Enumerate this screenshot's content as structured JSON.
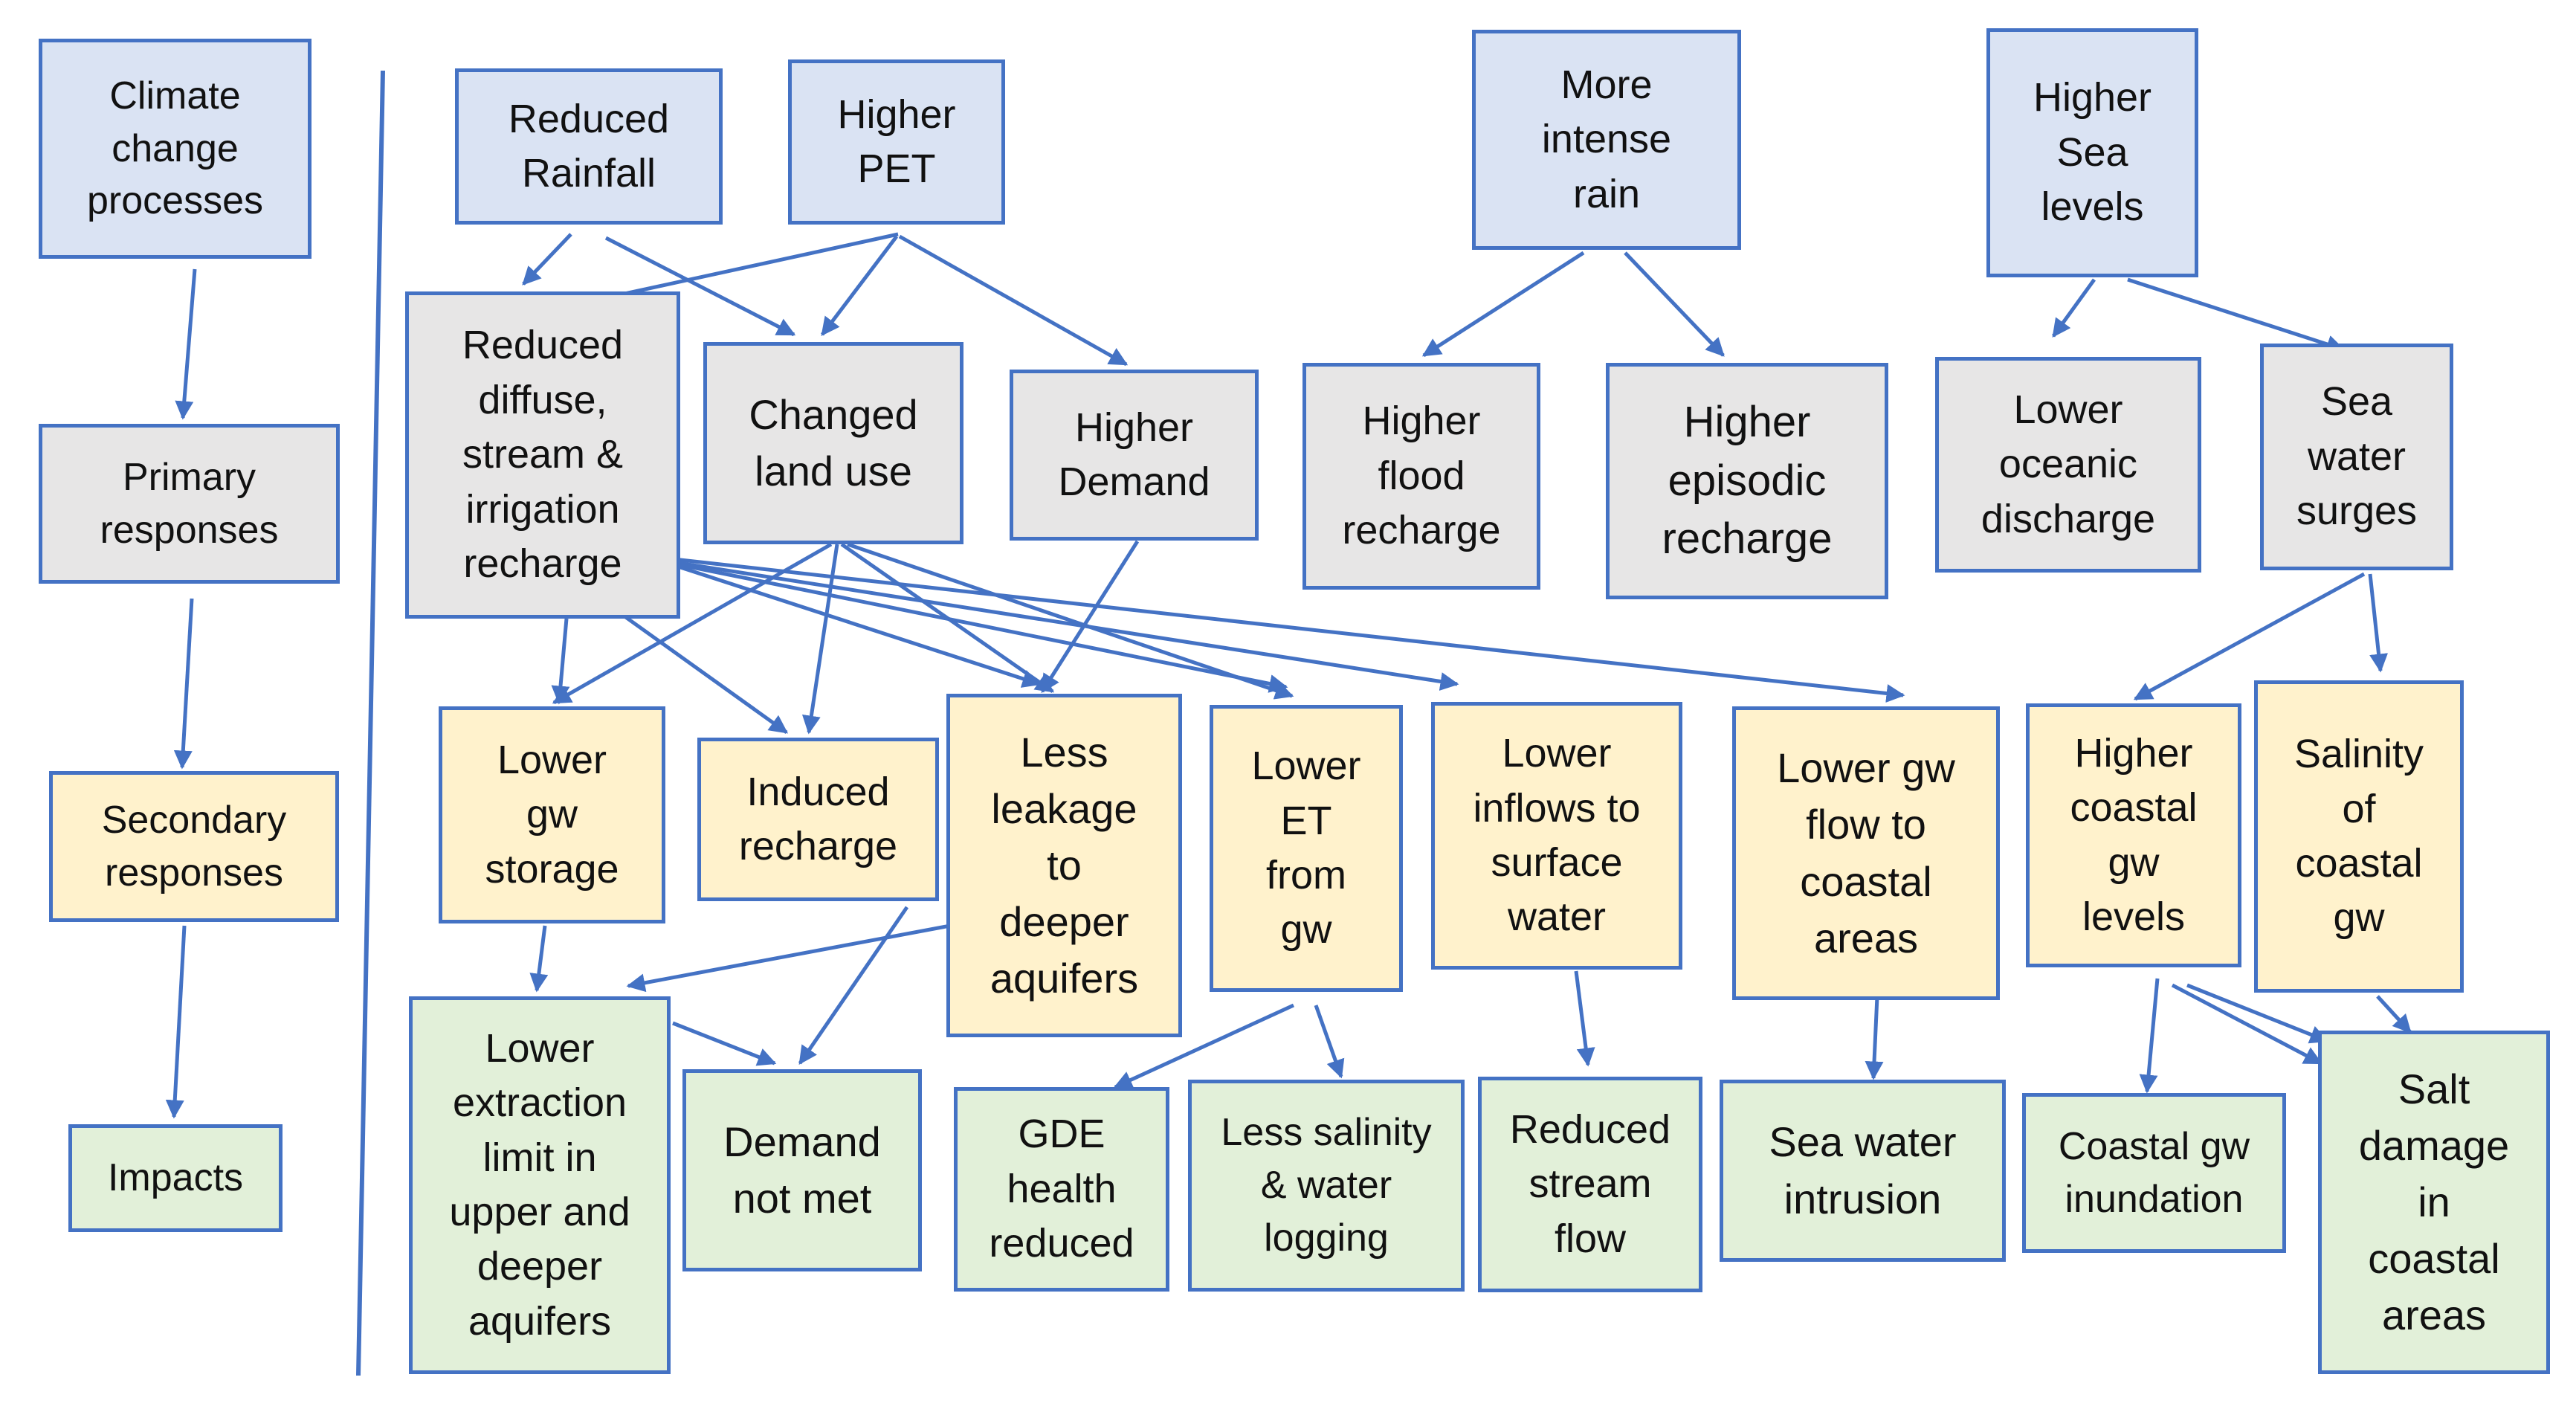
{
  "colors": {
    "climate": "#dae3f3",
    "primary": "#e7e6e6",
    "secondary": "#fff2cc",
    "impact": "#e2f0d9",
    "border": "#4472c4"
  },
  "legend": {
    "climate": "Climate\nchange\nprocesses",
    "primary": "Primary\nresponses",
    "secondary": "Secondary\nresponses",
    "impacts": "Impacts"
  },
  "climate": {
    "reduced_rainfall": "Reduced\nRainfall",
    "higher_pet": "Higher\nPET",
    "more_intense_rain": "More\nintense\nrain",
    "higher_sea_levels": "Higher\nSea\nlevels"
  },
  "primary": {
    "reduced_recharge": "Reduced\ndiffuse,\nstream &\nirrigation\nrecharge",
    "changed_land_use": "Changed\nland use",
    "higher_demand": "Higher\nDemand",
    "higher_flood_recharge": "Higher\nflood\nrecharge",
    "higher_episodic_recharge": "Higher\nepisodic\nrecharge",
    "lower_oceanic_discharge": "Lower\noceanic\ndischarge",
    "sea_water_surges": "Sea\nwater\nsurges"
  },
  "secondary": {
    "lower_gw_storage": "Lower\ngw\nstorage",
    "induced_recharge": "Induced\nrecharge",
    "less_leakage": "Less\nleakage\nto\ndeeper\naquifers",
    "lower_et": "Lower\nET\nfrom\ngw",
    "lower_inflows": "Lower\ninflows to\nsurface\nwater",
    "lower_gw_flow": "Lower gw\nflow to\ncoastal\nareas",
    "higher_coastal_gw": "Higher\ncoastal\ngw\nlevels",
    "salinity_coastal_gw": "Salinity\nof\ncoastal\ngw"
  },
  "impacts": {
    "lower_extraction_limit": "Lower\nextraction\nlimit in\nupper and\ndeeper\naquifers",
    "demand_not_met": "Demand\nnot met",
    "gde_health": "GDE\nhealth\nreduced",
    "less_salinity": "Less salinity\n& water\nlogging",
    "reduced_stream_flow": "Reduced\nstream\nflow",
    "sea_water_intrusion": "Sea water\nintrusion",
    "coastal_gw_inundation": "Coastal gw\ninundation",
    "salt_damage": "Salt\ndamage\nin\ncoastal\nareas"
  }
}
